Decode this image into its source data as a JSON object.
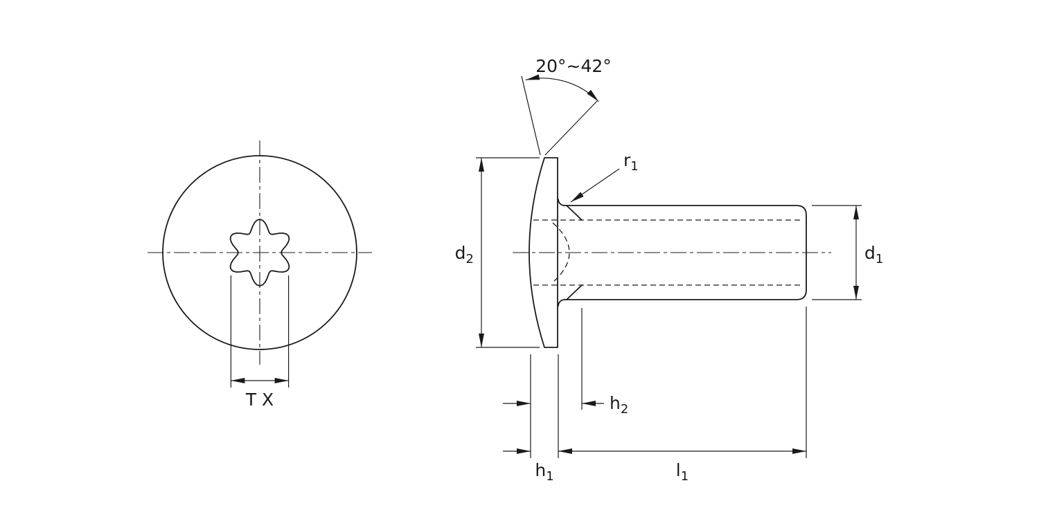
{
  "drawing": {
    "views": {
      "front": {
        "drive_label": "T X"
      },
      "side": {
        "angle_label": "20°~42°",
        "dims": {
          "d1": {
            "base": "d",
            "sub": "1"
          },
          "d2": {
            "base": "d",
            "sub": "2"
          },
          "h1": {
            "base": "h",
            "sub": "1"
          },
          "h2": {
            "base": "h",
            "sub": "2"
          },
          "l1": {
            "base": "l",
            "sub": "1"
          },
          "r1": {
            "base": "r",
            "sub": "1"
          }
        }
      }
    },
    "colors": {
      "line": "#1a1a1a",
      "background": "#ffffff"
    }
  }
}
